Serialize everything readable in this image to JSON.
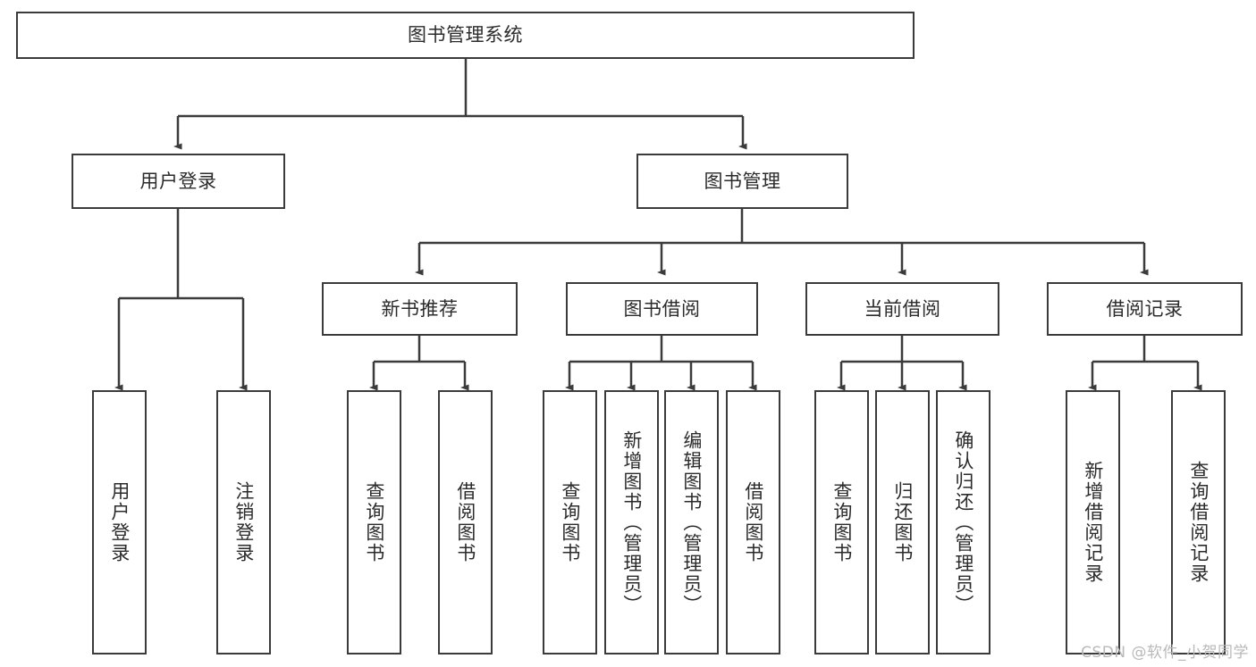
{
  "diagram": {
    "type": "tree-hierarchy-diagram",
    "title": "图书管理系统",
    "colors": {
      "box_border": "#3b3b3b",
      "box_fill": "#ffffff",
      "line": "#3b3b3b",
      "text": "#2b2b2b",
      "watermark": "#b9b9b9",
      "background": "#ffffff"
    },
    "root": {
      "label": "图书管理系统"
    },
    "level2": [
      {
        "id": "user-login",
        "label": "用户登录"
      },
      {
        "id": "book-management",
        "label": "图书管理"
      }
    ],
    "level3": [
      {
        "id": "new-book-recommend",
        "label": "新书推荐",
        "parent": "book-management"
      },
      {
        "id": "book-borrow",
        "label": "图书借阅",
        "parent": "book-management"
      },
      {
        "id": "current-borrow",
        "label": "当前借阅",
        "parent": "book-management"
      },
      {
        "id": "borrow-record",
        "label": "借阅记录",
        "parent": "book-management"
      }
    ],
    "leaves": [
      {
        "id": "leaf-user-login",
        "label": "用户登录",
        "parent": "user-login"
      },
      {
        "id": "leaf-logout",
        "label": "注销登录",
        "parent": "user-login"
      },
      {
        "id": "leaf-query-book-1",
        "label": "查询图书",
        "parent": "new-book-recommend"
      },
      {
        "id": "leaf-borrow-book-1",
        "label": "借阅图书",
        "parent": "new-book-recommend"
      },
      {
        "id": "leaf-query-book-2",
        "label": "查询图书",
        "parent": "book-borrow"
      },
      {
        "id": "leaf-add-book",
        "label": "新增图书（管理员）",
        "parent": "book-borrow"
      },
      {
        "id": "leaf-edit-book",
        "label": "编辑图书（管理员）",
        "parent": "book-borrow"
      },
      {
        "id": "leaf-borrow-book-2",
        "label": "借阅图书",
        "parent": "book-borrow"
      },
      {
        "id": "leaf-query-book-3",
        "label": "查询图书",
        "parent": "current-borrow"
      },
      {
        "id": "leaf-return-book",
        "label": "归还图书",
        "parent": "current-borrow"
      },
      {
        "id": "leaf-confirm-return",
        "label": "确认归还（管理员）",
        "parent": "current-borrow"
      },
      {
        "id": "leaf-add-record",
        "label": "新增借阅记录",
        "parent": "borrow-record"
      },
      {
        "id": "leaf-query-record",
        "label": "查询借阅记录",
        "parent": "borrow-record"
      }
    ],
    "watermark": "CSDN @软件_小贺同学"
  }
}
